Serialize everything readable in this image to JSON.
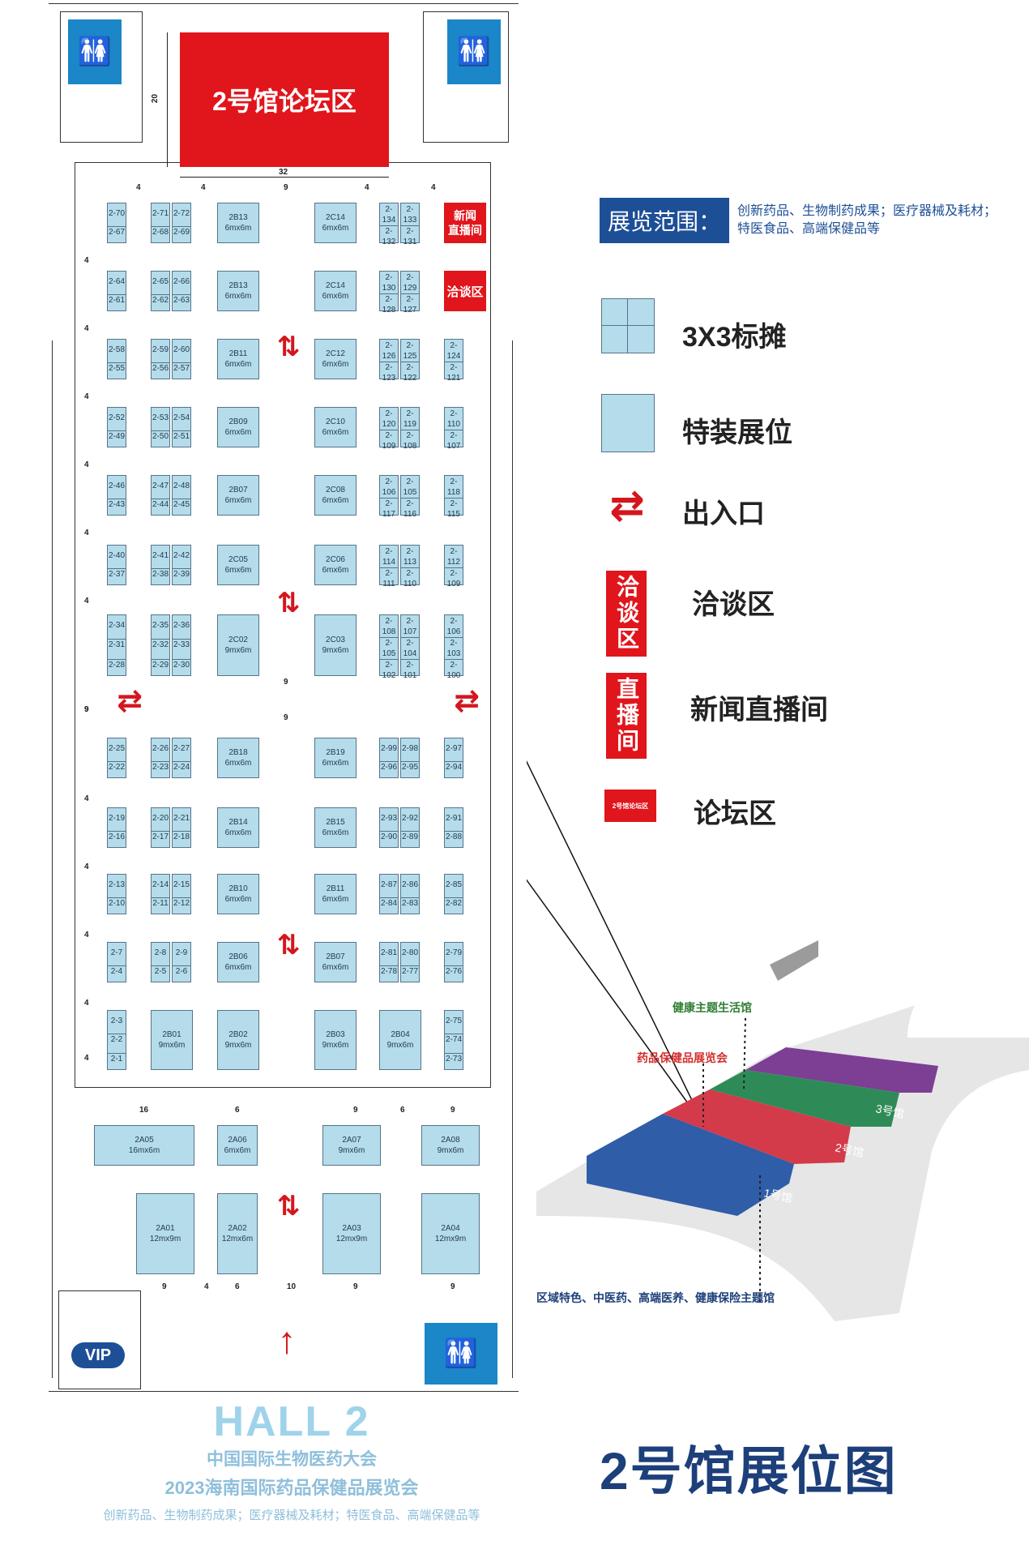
{
  "forum": {
    "label": "2号馆论坛区",
    "dim_h": "20",
    "dim_w": "32"
  },
  "top_dims": [
    "4",
    "4",
    "9",
    "4",
    "4"
  ],
  "news_room": "新闻\n直播间",
  "negotiation": "洽谈区",
  "scope": {
    "title": "展览范围：",
    "text_line1": "创新药品、生物制药成果；医疗器械及耗材；",
    "text_line2": "特医食品、高端保健品等"
  },
  "legend": {
    "standard": "3X3标摊",
    "special": "特装展位",
    "entrance": "出入口",
    "negotiation_icon": "洽谈区",
    "negotiation": "洽谈区",
    "news_icon": "直播间",
    "news": "新闻直播间",
    "forum_icon": "2号馆论坛区",
    "forum": "论坛区"
  },
  "rows": [
    {
      "left": [
        "2-70",
        "2-67"
      ],
      "mid": [
        [
          "2-71",
          "2-68"
        ],
        [
          "2-72",
          "2-69"
        ]
      ],
      "b1": "2B13\n6mx6m",
      "b2": "2C14\n6mx6m",
      "right": [
        [
          "2-134",
          "2-132"
        ],
        [
          "2-133",
          "2-131"
        ]
      ],
      "edge": null
    },
    {
      "left": [
        "2-64",
        "2-61"
      ],
      "mid": [
        [
          "2-65",
          "2-62"
        ],
        [
          "2-66",
          "2-63"
        ]
      ],
      "b1": "2B13\n6mx6m",
      "b2": "2C14\n6mx6m",
      "right": [
        [
          "2-130",
          "2-128"
        ],
        [
          "2-129",
          "2-127"
        ]
      ],
      "edge": null
    },
    {
      "left": [
        "2-58",
        "2-55"
      ],
      "mid": [
        [
          "2-59",
          "2-56"
        ],
        [
          "2-60",
          "2-57"
        ]
      ],
      "b1": "2B11\n6mx6m",
      "b2": "2C12\n6mx6m",
      "right": [
        [
          "2-126",
          "2-123"
        ],
        [
          "2-125",
          "2-122"
        ]
      ],
      "edge": [
        "2-124",
        "2-121"
      ]
    },
    {
      "left": [
        "2-52",
        "2-49"
      ],
      "mid": [
        [
          "2-53",
          "2-50"
        ],
        [
          "2-54",
          "2-51"
        ]
      ],
      "b1": "2B09\n6mx6m",
      "b2": "2C10\n6mx6m",
      "right": [
        [
          "2-120",
          "2-109"
        ],
        [
          "2-119",
          "2-108"
        ]
      ],
      "edge": [
        "2-110",
        "2-107"
      ]
    },
    {
      "left": [
        "2-46",
        "2-43"
      ],
      "mid": [
        [
          "2-47",
          "2-44"
        ],
        [
          "2-48",
          "2-45"
        ]
      ],
      "b1": "2B07\n6mx6m",
      "b2": "2C08\n6mx6m",
      "right": [
        [
          "2-106",
          "2-117"
        ],
        [
          "2-105",
          "2-116"
        ]
      ],
      "edge": [
        "2-118",
        "2-115"
      ]
    },
    {
      "left": [
        "2-40",
        "2-37"
      ],
      "mid": [
        [
          "2-41",
          "2-38"
        ],
        [
          "2-42",
          "2-39"
        ]
      ],
      "b1": "2C05\n6mx6m",
      "b2": "2C06\n6mx6m",
      "right": [
        [
          "2-114",
          "2-111"
        ],
        [
          "2-113",
          "2-110"
        ]
      ],
      "edge": [
        "2-112",
        "2-109"
      ]
    }
  ],
  "row7": {
    "left": [
      "2-34",
      "2-31",
      "2-28"
    ],
    "mid": [
      [
        "2-35",
        "2-32",
        "2-29"
      ],
      [
        "2-36",
        "2-33",
        "2-30"
      ]
    ],
    "b1": "2C02\n9mx6m",
    "b2": "2C03\n9mx6m",
    "right": [
      [
        "2-108",
        "2-105",
        "2-102"
      ],
      [
        "2-107",
        "2-104",
        "2-101"
      ]
    ],
    "edge": [
      "2-106",
      "2-103",
      "2-100"
    ]
  },
  "aisle_dims": [
    "9",
    "9",
    "9"
  ],
  "rows_b": [
    {
      "left": [
        "2-25",
        "2-22"
      ],
      "mid": [
        [
          "2-26",
          "2-23"
        ],
        [
          "2-27",
          "2-24"
        ]
      ],
      "b1": "2B18\n6mx6m",
      "b2": "2B19\n6mx6m",
      "right": [
        [
          "2-99",
          "2-96"
        ],
        [
          "2-98",
          "2-95"
        ]
      ],
      "edge": [
        "2-97",
        "2-94"
      ]
    },
    {
      "left": [
        "2-19",
        "2-16"
      ],
      "mid": [
        [
          "2-20",
          "2-17"
        ],
        [
          "2-21",
          "2-18"
        ]
      ],
      "b1": "2B14\n6mx6m",
      "b2": "2B15\n6mx6m",
      "right": [
        [
          "2-93",
          "2-90"
        ],
        [
          "2-92",
          "2-89"
        ]
      ],
      "edge": [
        "2-91",
        "2-88"
      ]
    },
    {
      "left": [
        "2-13",
        "2-10"
      ],
      "mid": [
        [
          "2-14",
          "2-11"
        ],
        [
          "2-15",
          "2-12"
        ]
      ],
      "b1": "2B10\n6mx6m",
      "b2": "2B11\n6mx6m",
      "right": [
        [
          "2-87",
          "2-84"
        ],
        [
          "2-86",
          "2-83"
        ]
      ],
      "edge": [
        "2-85",
        "2-82"
      ]
    },
    {
      "left": [
        "2-7",
        "2-4"
      ],
      "mid": [
        [
          "2-8",
          "2-5"
        ],
        [
          "2-9",
          "2-6"
        ]
      ],
      "b1": "2B06\n6mx6m",
      "b2": "2B07\n6mx6m",
      "right": [
        [
          "2-81",
          "2-78"
        ],
        [
          "2-80",
          "2-77"
        ]
      ],
      "edge": [
        "2-79",
        "2-76"
      ]
    }
  ],
  "row_last": {
    "left": [
      "2-3",
      "2-2",
      "2-1"
    ],
    "b0": "2B01\n9mx6m",
    "b1": "2B02\n9mx6m",
    "b2": "2B03\n9mx6m",
    "b3": "2B04\n9mx6m",
    "edge": [
      "2-75",
      "2-74",
      "2-73"
    ]
  },
  "row_a1": {
    "a05": "2A05\n16mx6m",
    "a06": "2A06\n6mx6m",
    "a07": "2A07\n9mx6m",
    "a08": "2A08\n9mx6m"
  },
  "row_a2": {
    "a01": "2A01\n12mx9m",
    "a02": "2A02\n12mx6m",
    "a03": "2A03\n12mx9m",
    "a04": "2A04\n12mx9m"
  },
  "dims_a_top": [
    "16",
    "6",
    "9",
    "6",
    "9"
  ],
  "dims_a_bottom": [
    "9",
    "4",
    "6",
    "10",
    "9",
    "9"
  ],
  "side_dims": [
    "4",
    "4",
    "4",
    "4",
    "4",
    "4",
    "9",
    "4",
    "4",
    "4",
    "4",
    "4"
  ],
  "vip": "VIP",
  "hall": {
    "title": "HALL 2",
    "line1": "中国国际生物医药大会",
    "line2": "2023海南国际药品保健品展览会",
    "line3": "创新药品、生物制药成果；医疗器械及耗材；特医食品、高端保健品等"
  },
  "page_title": "2号馆展位图",
  "site": {
    "label_health": "健康主题生活馆",
    "label_pharma": "药品保健品展览会",
    "label_bottom": "区域特色、中医药、高端医养、健康保险主题馆",
    "hall1": "1号馆",
    "hall2": "2号馆",
    "hall3": "3号馆"
  },
  "colors": {
    "booth": "#b5dcea",
    "red": "#e1151c",
    "blue": "#1d4f96",
    "restroom": "#1b86c8"
  }
}
